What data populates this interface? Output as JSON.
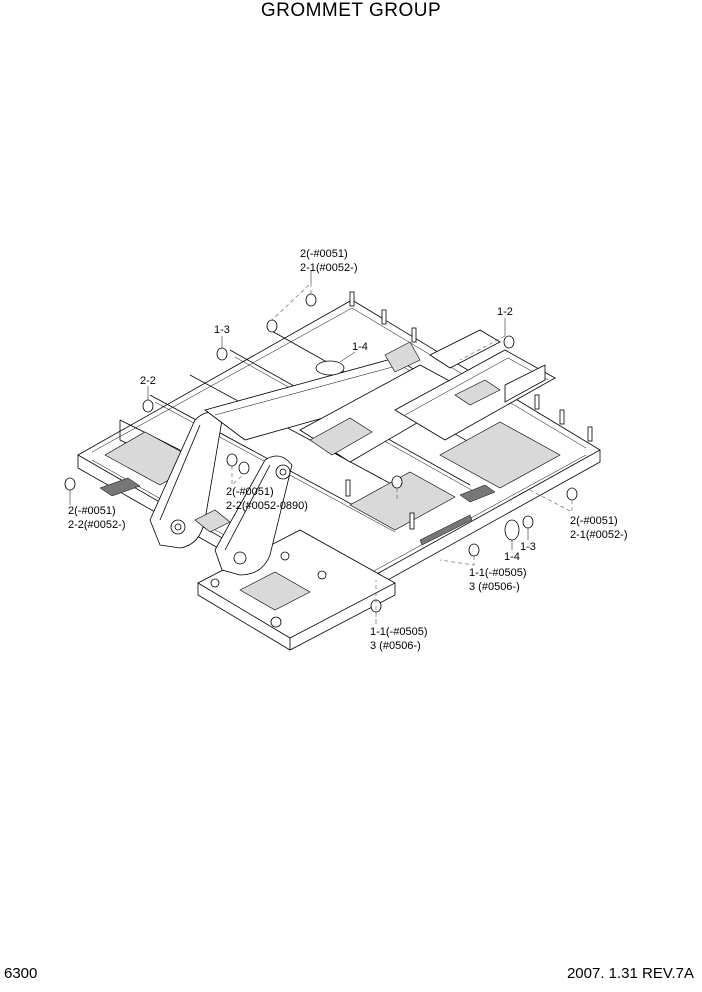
{
  "title": "GROMMET GROUP",
  "page_number": "6300",
  "revision": "2007. 1.31  REV.7A",
  "callouts": {
    "c1": [
      "2(-#0051)",
      "2-1(#0052-)"
    ],
    "c2": [
      "1-3"
    ],
    "c3": [
      "1-4"
    ],
    "c4": [
      "1-2"
    ],
    "c5": [
      "2-2"
    ],
    "c6": [
      "2(-#0051)",
      "2-2(#0052-0890)"
    ],
    "c7": [
      "2(-#0051)",
      "2-2(#0052-)"
    ],
    "c8": [
      "2(-#0051)",
      "2-1(#0052-)"
    ],
    "c9": [
      "1-3"
    ],
    "c10": [
      "1-4"
    ],
    "c11": [
      "1-1(-#0505)",
      "3  (#0506-)"
    ],
    "c12": [
      "1-1(-#0505)",
      "3  (#0506-)"
    ]
  }
}
